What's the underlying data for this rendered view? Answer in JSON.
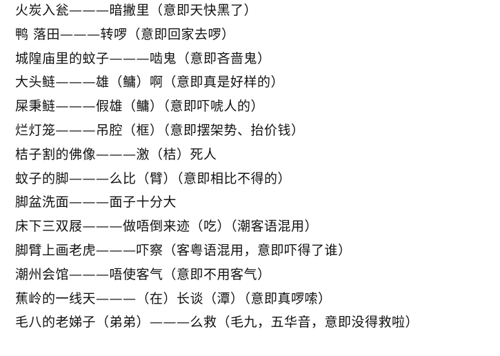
{
  "lines": [
    "火炭入瓮———暗撇里（意即天快黑了）",
    "鸭   落田———转啰（意即回家去啰）",
    "城隍庙里的蚊子———啮鬼（意即吝啬鬼）",
    "大头鲢———雄（鳙）啊（意即真是好样的）",
    "屎秉鲢———假雄（鳙）（意即吓唬人的）",
    "烂灯笼———吊腔（框）（意即摆架势、抬价钱）",
    "桔子割的佛像———激（桔）死人",
    "蚊子的脚———么比（臂）（意即相比不得的）",
    "脚盆洗面———面子十分大",
    "床下三双屐———做唔倒来迹（吃）（潮客语混用）",
    "脚臂上画老虎———吓察（客粤语混用，意即吓得了谁）",
    "潮州会馆———唔使客气（意即不用客气）",
    "蕉岭的一线天———（在）长谈（潭）（意即真啰嗦）",
    "毛八的老娣子（弟弟）———么救（毛九，五华音，意即没得救啦）"
  ]
}
